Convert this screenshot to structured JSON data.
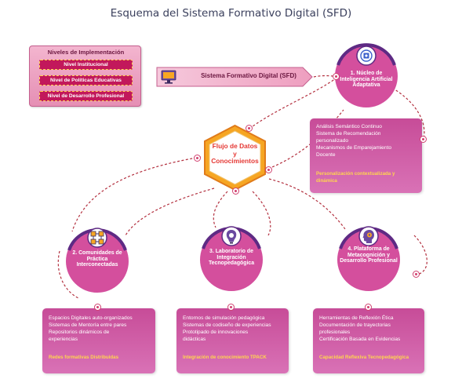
{
  "title": "Esquema del Sistema Formativo Digital (SFD)",
  "levels": {
    "heading": "Niveles de Implementación",
    "items": [
      "Nivel Institucional",
      "Nivel de Políticas Educativas",
      "Nivel de Desarrollo Profesional"
    ]
  },
  "sfd_banner": {
    "label": "Sistema Formativo Digital (SFD)",
    "icon": "monitor-icon"
  },
  "hub": {
    "label": "Flujo de Datos y Conocimientos"
  },
  "modules": [
    {
      "title": "1. Núcleo de Inteligencia Artificial Adaptativa",
      "icon": "ai-chip-icon",
      "items": [
        "Análisis Semántico Continuo",
        "Sistema de Recomendación",
        "personalizado",
        "Mecanismos de Emparejamiento",
        "Docente"
      ],
      "footer": "Personalización contextualizada y dinámica"
    },
    {
      "title": "2. Comunidades de Práctica Interconectadas",
      "icon": "network-icon",
      "items": [
        "Espacios Digitales auto-organizados",
        "Sistemas de Mentoría entre pares",
        "Repositorios dinámicos de",
        "experiencias"
      ],
      "footer": "Redes formativas Distribuidas"
    },
    {
      "title": "3. Laboratorio de Integración Tecnopedagógica",
      "icon": "lab-icon",
      "items": [
        "Entornos de simulación pedagógica",
        "Sistemas de codiseño de experiencias",
        "Prototipado de innovaciones",
        "didácticas"
      ],
      "footer": "Integración de conocimiento TPACK"
    },
    {
      "title": "4. Plataforma de Metacognición y Desarrollo Profesional",
      "icon": "head-gear-icon",
      "items": [
        "Herramientas de Reflexión Ética",
        "Documentación de trayectorias",
        "profesionales",
        "Certificación Basada en Evidencias"
      ],
      "footer": "Capacidad Reflexiva Tecnopedagógica"
    }
  ],
  "colors": {
    "accent": "#c2185b",
    "card": "#cf5ea9",
    "footer": "#ffd54f",
    "hub": "#e53935",
    "ring": "#6a2a8a"
  }
}
